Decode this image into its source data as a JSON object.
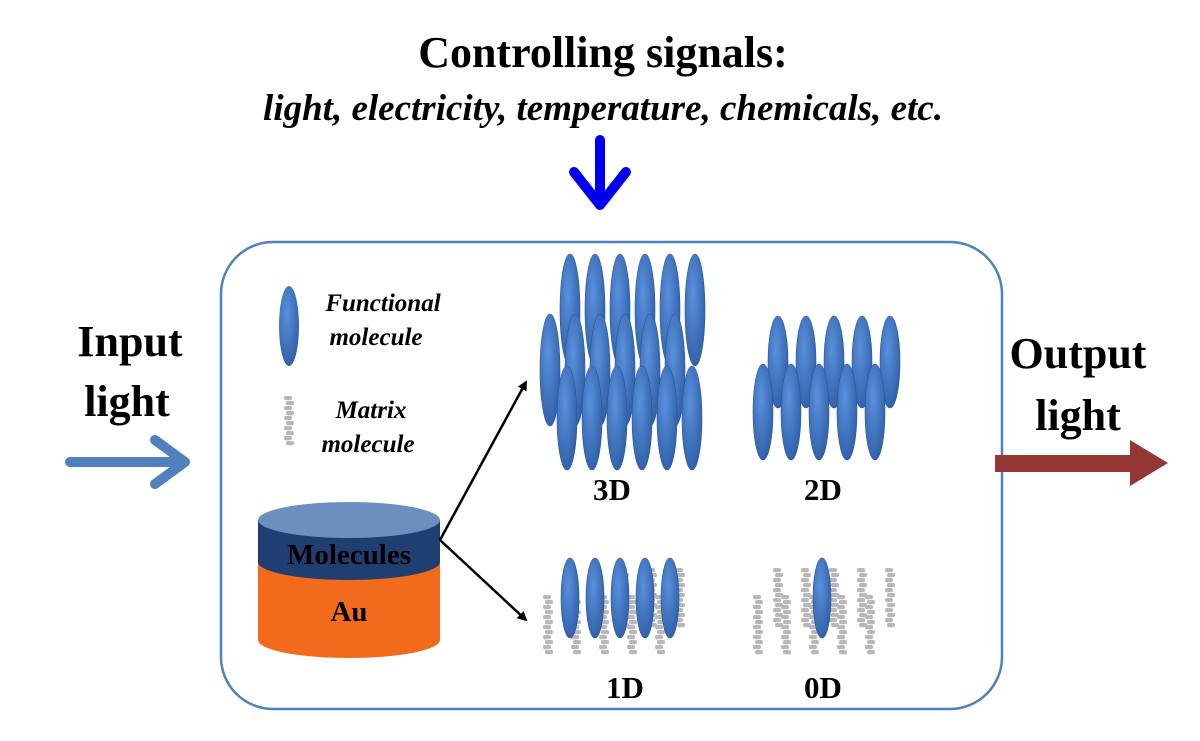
{
  "header": {
    "title": "Controlling signals:",
    "subtitle": "light, electricity, temperature, chemicals, etc."
  },
  "input_label": {
    "line1": "Input",
    "line2": "light"
  },
  "output_label": {
    "line1": "Output",
    "line2": "light"
  },
  "legend": {
    "functional": {
      "line1": "Functional",
      "line2": "molecule"
    },
    "matrix": {
      "line1": "Matrix",
      "line2": "molecule"
    }
  },
  "substrate": {
    "top_label": "Molecules",
    "base_label": "Au"
  },
  "arrangements": {
    "3d": "3D",
    "2d": "2D",
    "1d": "1D",
    "0d": "0D"
  },
  "colors": {
    "signal_arrow": "#0000ee",
    "input_arrow": "#4f81bd",
    "output_arrow": "#953735",
    "functional_molecule": "#3f74c3",
    "matrix_molecule": "#b8b8b8",
    "cylinder_top": "#1f3f73",
    "cylinder_base": "#f26a1b",
    "frame": "#4f81bd"
  },
  "icons": {
    "signal": "arrow-down-icon",
    "input": "arrow-right-icon",
    "output": "arrow-right-icon"
  }
}
